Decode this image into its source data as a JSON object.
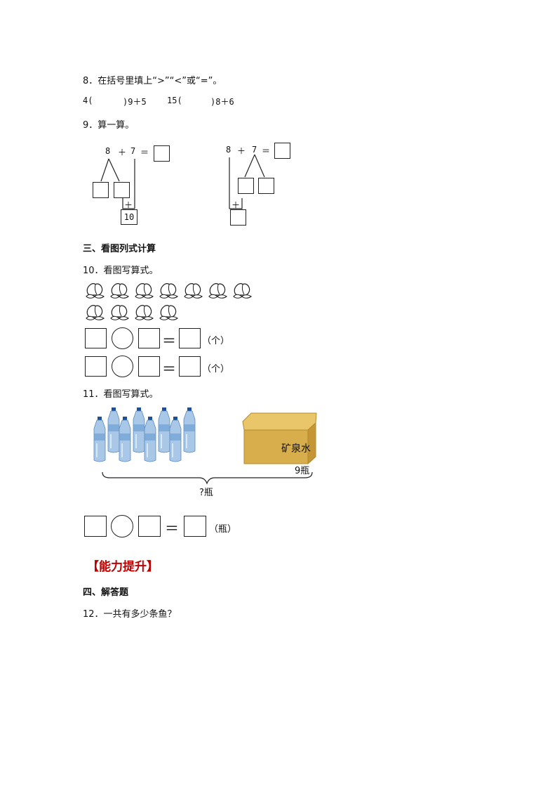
{
  "q8": {
    "title": "8．在括号里填上“>”“<”或“=”。",
    "expr1_left": "4(",
    "expr1_right": ")9＋5",
    "expr2_left": "15(",
    "expr2_right": ")8＋6"
  },
  "q9": {
    "title": "9．算一算。",
    "left": {
      "a": "8",
      "op": "＋",
      "b": "7",
      "eq": "＝",
      "plus": "＋",
      "bottom_value": "10"
    },
    "right": {
      "a": "8",
      "op": "＋",
      "b": "7",
      "eq": "＝",
      "plus": "＋"
    }
  },
  "section3": {
    "title": "三、看图列式计算"
  },
  "q10": {
    "title": "10．看图写算式。",
    "row1_count": 7,
    "row2_count": 4,
    "eq": "＝",
    "unit1": "（个）",
    "unit2": "（个）"
  },
  "q11": {
    "title": "11．看图写算式。",
    "box_label": "矿泉水",
    "box_count": "9瓶",
    "total_label": "?瓶",
    "bottle_count": 8,
    "eq": "＝",
    "unit": "（瓶）"
  },
  "ability": {
    "title": "【能力提升】",
    "color": "#c00000"
  },
  "section4": {
    "title": "四、解答题"
  },
  "q12": {
    "title": "12．一共有多少条鱼？"
  }
}
